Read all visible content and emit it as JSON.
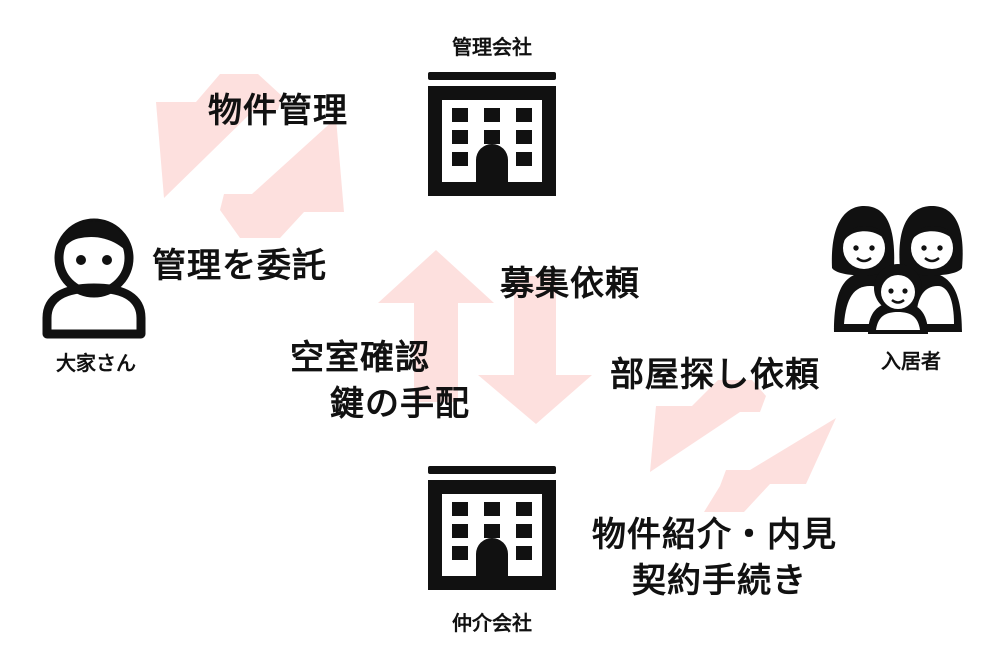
{
  "colors": {
    "arrow_fill": "#fde0de",
    "icon": "#111111",
    "background": "#ffffff"
  },
  "nodes": {
    "management_company": {
      "label": "管理会社",
      "icon": "office-building-icon"
    },
    "brokerage_company": {
      "label": "仲介会社",
      "icon": "office-building-icon"
    },
    "landlord": {
      "label": "大家さん",
      "icon": "person-icon"
    },
    "tenant": {
      "label": "入居者",
      "icon": "family-icon"
    }
  },
  "edges": {
    "landlord_management": {
      "from_management": "物件管理",
      "to_management": "管理を委託"
    },
    "management_brokerage": {
      "to_brokerage": "募集依頼",
      "to_management_line1": "空室確認",
      "to_management_line2": "鍵の手配"
    },
    "brokerage_tenant": {
      "from_tenant": "部屋探し依頼",
      "to_tenant_line1": "物件紹介・内見",
      "to_tenant_line2": "契約手続き"
    }
  }
}
